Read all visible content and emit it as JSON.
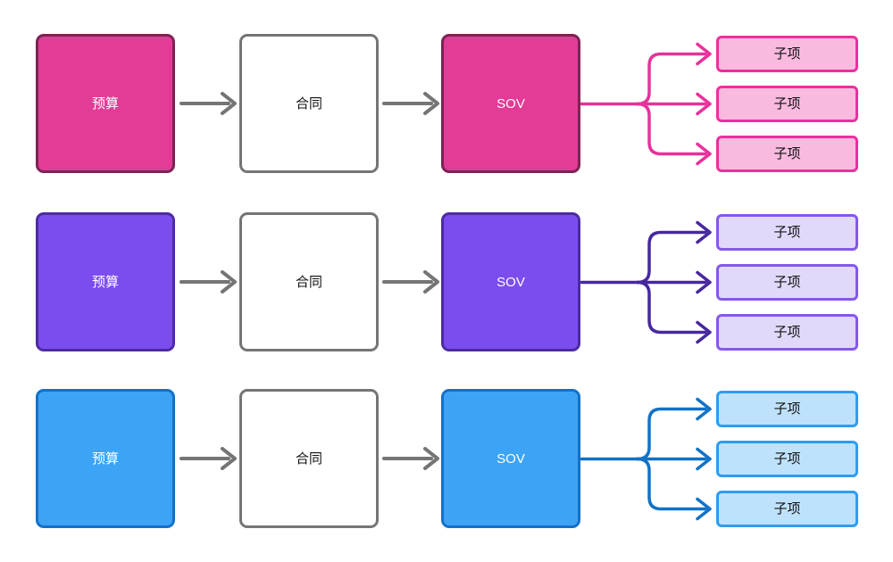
{
  "page": {
    "background": "#FFFFFF"
  },
  "diagram": {
    "arrow_color": "#757575",
    "contract_style": {
      "fill": "#FFFFFF",
      "border": "#757575",
      "text": "#111111"
    },
    "rows": [
      {
        "name": "pink",
        "budget_label": "预算",
        "contract_label": "合同",
        "sov_label": "SOV",
        "sub_items": [
          "子项",
          "子项",
          "子项"
        ],
        "colors": {
          "solid_fill": "#E23C96",
          "solid_border": "#7D2354",
          "solid_text": "#FFFFFF",
          "light_fill": "#F9BAE0",
          "light_border": "#ED2F9C",
          "light_text": "#111111",
          "connector": "#E8319B"
        }
      },
      {
        "name": "purple",
        "budget_label": "预算",
        "contract_label": "合同",
        "sov_label": "SOV",
        "sub_items": [
          "子项",
          "子项",
          "子项"
        ],
        "colors": {
          "solid_fill": "#7C4DEE",
          "solid_border": "#4C2CA2",
          "solid_text": "#FFFFFF",
          "light_fill": "#E2D8FA",
          "light_border": "#8458EC",
          "light_text": "#111111",
          "connector": "#46289E"
        }
      },
      {
        "name": "blue",
        "budget_label": "预算",
        "contract_label": "合同",
        "sov_label": "SOV",
        "sub_items": [
          "子项",
          "子项",
          "子项"
        ],
        "colors": {
          "solid_fill": "#3DA3F5",
          "solid_border": "#1470C8",
          "solid_text": "#FFFFFF",
          "light_fill": "#BFE2FC",
          "light_border": "#2E9CF2",
          "light_text": "#111111",
          "connector": "#1272C6"
        }
      }
    ]
  }
}
